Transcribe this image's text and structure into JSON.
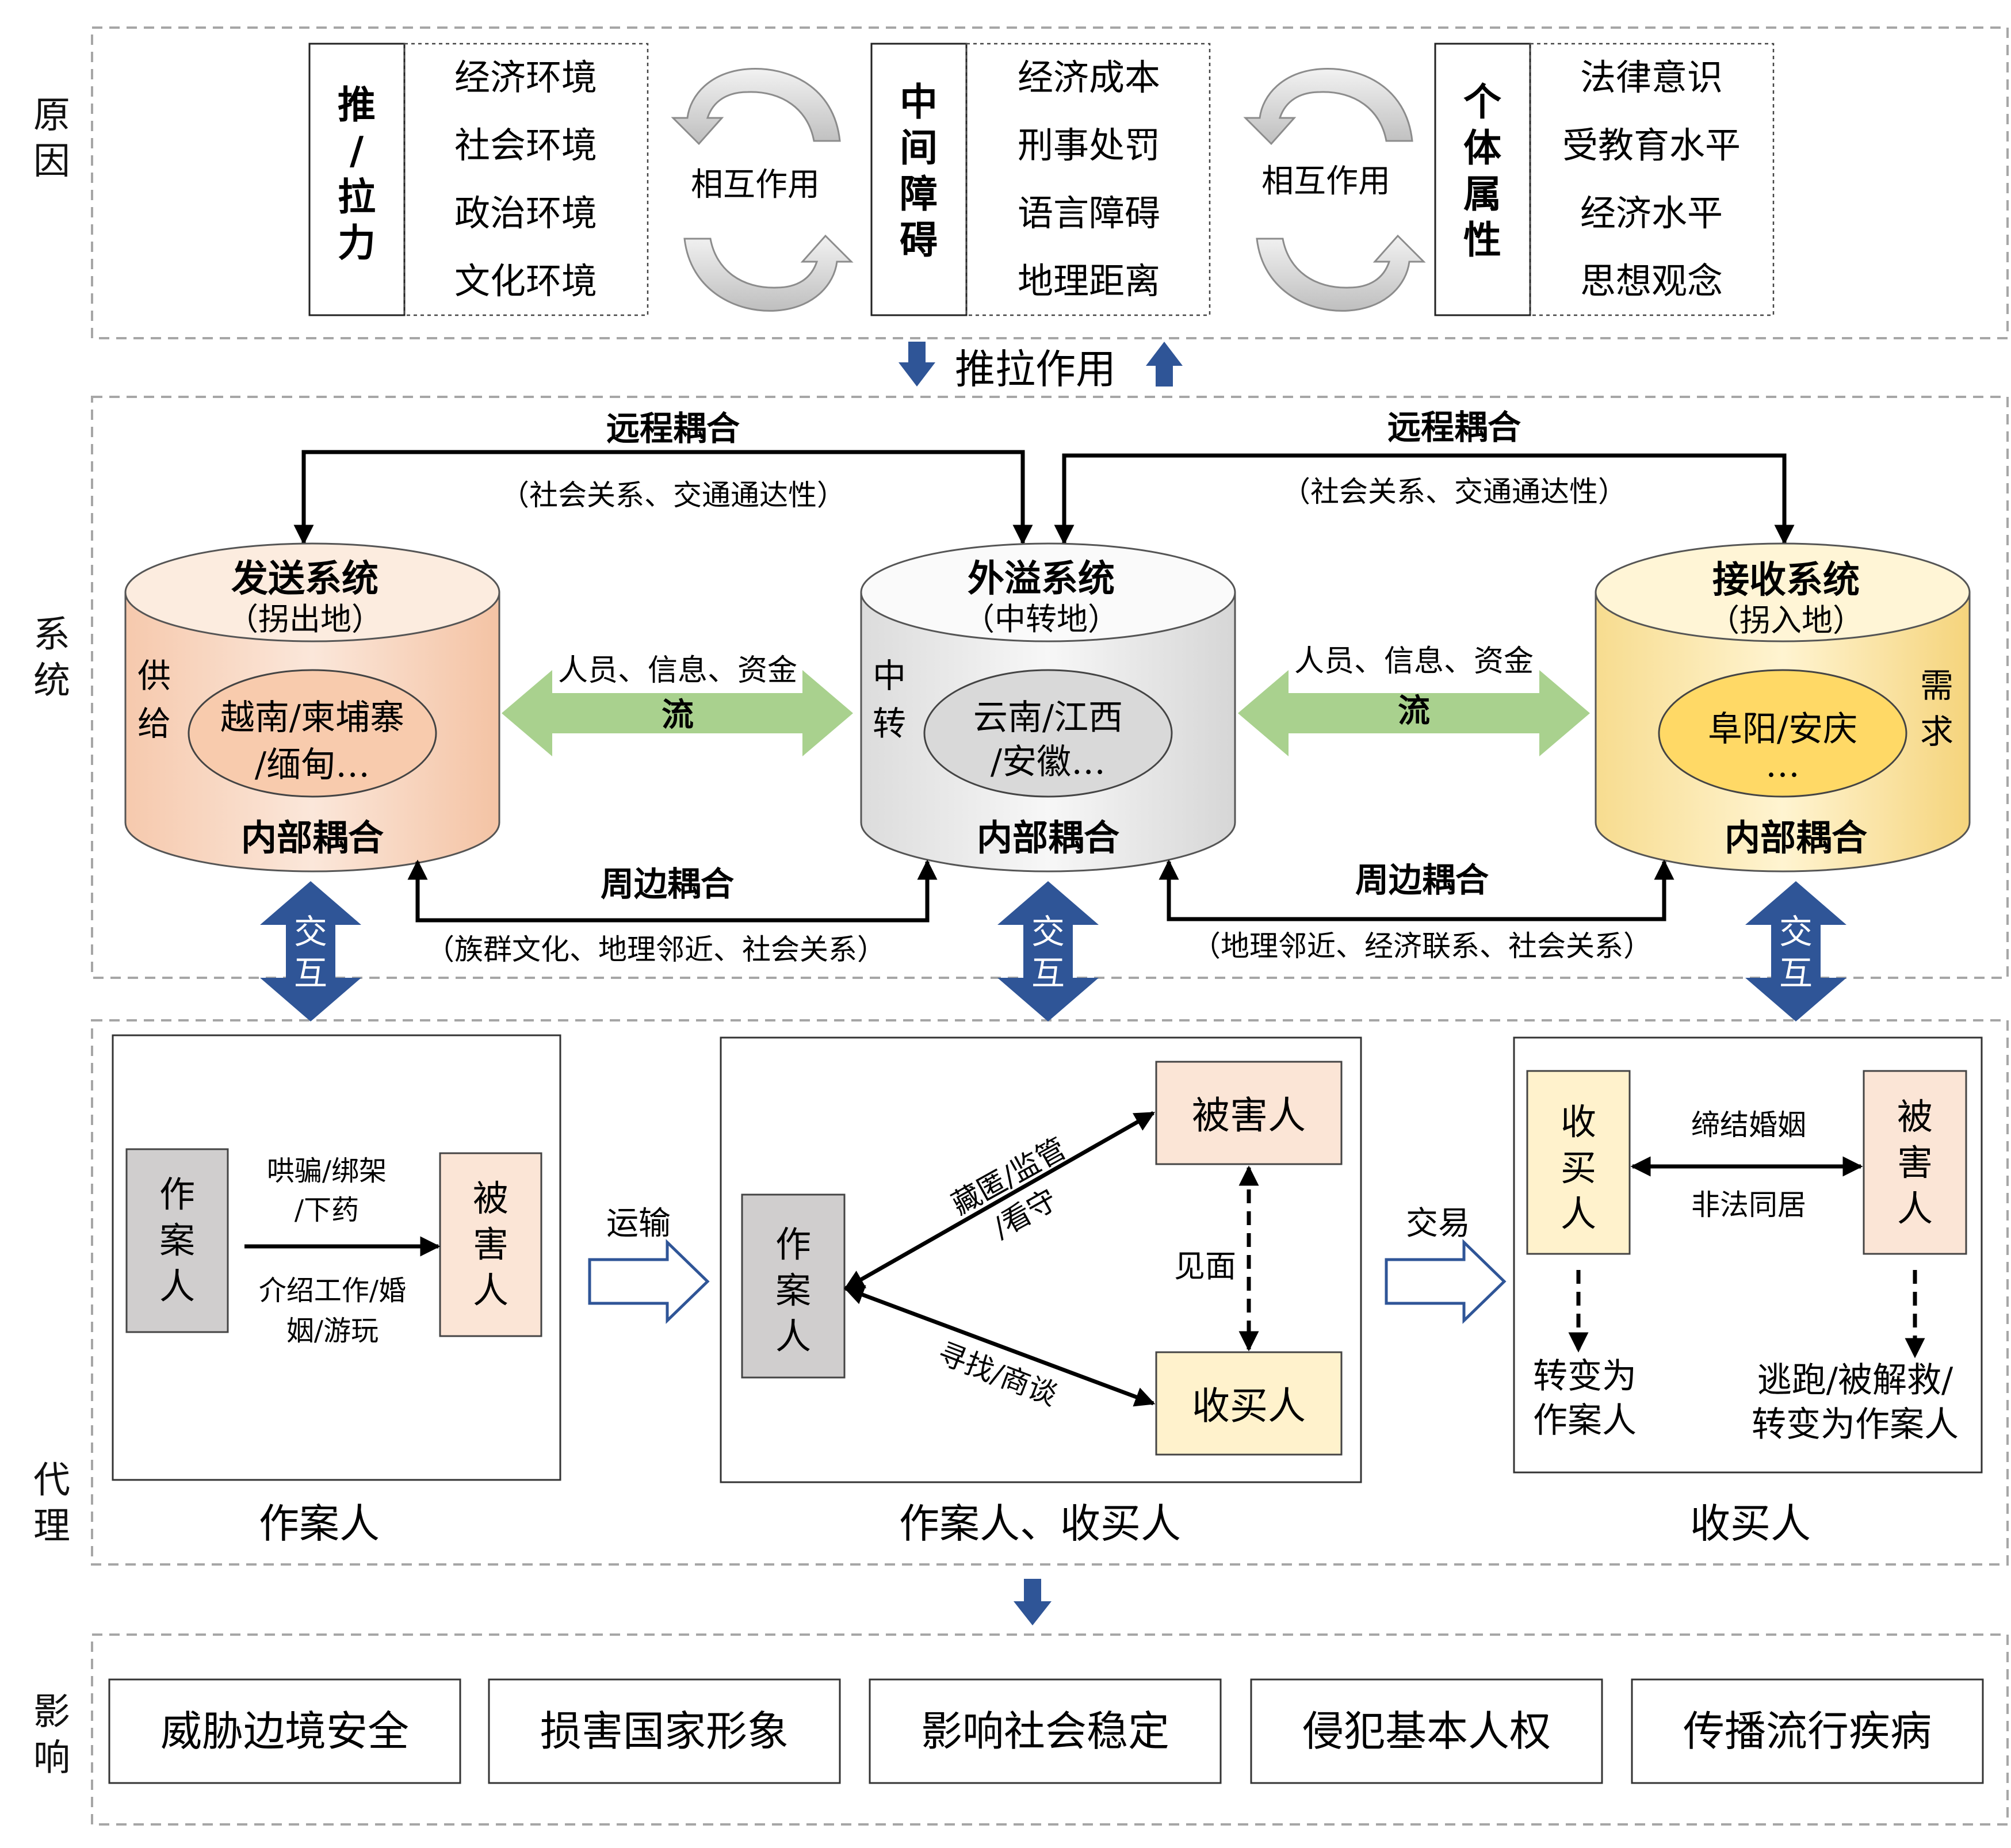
{
  "sections": {
    "causes": "原因",
    "system": "系统",
    "agents": "代理",
    "impacts": "影响"
  },
  "causes": {
    "push_pull": {
      "title": "推/拉力",
      "items": [
        "经济环境",
        "社会环境",
        "政治环境",
        "文化环境"
      ]
    },
    "intermediate": {
      "title": "中间障碍",
      "items": [
        "经济成本",
        "刑事处罚",
        "语言障碍",
        "地理距离"
      ]
    },
    "individual": {
      "title": "个体属性",
      "items": [
        "法律意识",
        "受教育水平",
        "经济水平",
        "思想观念"
      ]
    },
    "interaction_1": "相互作用",
    "interaction_2": "相互作用",
    "push_pull_effect": "推拉作用"
  },
  "system": {
    "remote_coupling_left": {
      "title": "远程耦合",
      "note": "（社会关系、交通通达性）"
    },
    "remote_coupling_right": {
      "title": "远程耦合",
      "note": "（社会关系、交通通达性）"
    },
    "sending": {
      "title": "发送系统",
      "subtitle": "（拐出地）",
      "side_label": "供给",
      "places_line1": "越南/柬埔寨",
      "places_line2": "/缅甸…",
      "footer": "内部耦合"
    },
    "spillover": {
      "title": "外溢系统",
      "subtitle": "（中转地）",
      "side_label": "中转",
      "places_line1": "云南/江西",
      "places_line2": "/安徽…",
      "footer": "内部耦合"
    },
    "receiving": {
      "title": "接收系统",
      "subtitle": "（拐入地）",
      "side_label": "需求",
      "places_line1": "阜阳/安庆",
      "places_line2": "…",
      "footer": "内部耦合"
    },
    "flow_left": {
      "label": "人员、信息、资金",
      "arrow": "流"
    },
    "flow_right": {
      "label": "人员、信息、资金",
      "arrow": "流"
    },
    "peripheral_left": {
      "title": "周边耦合",
      "note": "（族群文化、地理邻近、社会关系）"
    },
    "peripheral_right": {
      "title": "周边耦合",
      "note": "（地理邻近、经济联系、社会关系）"
    },
    "interact_labels": [
      "交互",
      "交互",
      "交互"
    ]
  },
  "agents": {
    "panel1": {
      "perpetrator": "作案人",
      "victim": "被害人",
      "method_top": [
        "哄骗/绑架",
        "/下药"
      ],
      "method_bottom": [
        "介绍工作/婚",
        "姻/游玩"
      ],
      "caption": "作案人"
    },
    "transport": "运输",
    "panel2": {
      "perpetrator": "作案人",
      "victim": "被害人",
      "buyer": "收买人",
      "upper_edge": [
        "藏匿/监管",
        "/看守"
      ],
      "lower_edge": "寻找/商谈",
      "meet": "见面",
      "caption": "作案人、收买人"
    },
    "trade": "交易",
    "panel3": {
      "buyer": "收买人",
      "victim": "被害人",
      "edge_top": "缔结婚姻",
      "edge_bottom": "非法同居",
      "buyer_outcome": [
        "转变为",
        "作案人"
      ],
      "victim_outcome": [
        "逃跑/被解救/",
        "转变为作案人"
      ],
      "caption": "收买人"
    }
  },
  "impacts": [
    "威胁边境安全",
    "损害国家形象",
    "影响社会稳定",
    "侵犯基本人权",
    "传播流行疾病"
  ],
  "colors": {
    "dash_border": "#a6a6a6",
    "blue_arrow": "#2f5597",
    "green_arrow": "#a9d18e",
    "sending_fill": "#fbe5d6",
    "sending_ellipse": "#f8cbad",
    "spill_fill": "#f2f2f2",
    "spill_ellipse": "#d9d9d9",
    "recv_fill": "#fff2cc",
    "recv_ellipse": "#ffd966",
    "perpetrator_box": "#d0cece",
    "victim_box": "#fbe5d6",
    "buyer_box": "#fff2cc"
  }
}
